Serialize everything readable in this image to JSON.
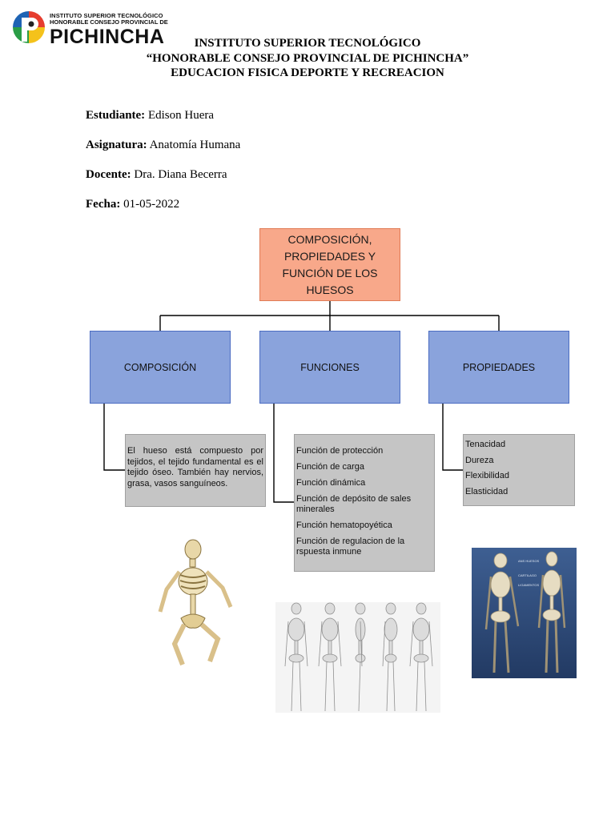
{
  "logo": {
    "line1": "INSTITUTO SUPERIOR TECNOLÓGICO",
    "line2": "HONORABLE CONSEJO PROVINCIAL DE",
    "line3": "PICHINCHA"
  },
  "header": {
    "line1": "INSTITUTO SUPERIOR TECNOLÓGICO",
    "line2": "“HONORABLE CONSEJO PROVINCIAL DE PICHINCHA”",
    "line3": "EDUCACION FISICA DEPORTE Y RECREACION"
  },
  "info": {
    "student_label": "Estudiante:",
    "student_value": " Edison Huera",
    "subject_label": "Asignatura:",
    "subject_value": " Anatomía Humana",
    "teacher_label": "Docente:",
    "teacher_value": " Dra. Diana Becerra",
    "date_label": "Fecha:",
    "date_value": " 01-05-2022"
  },
  "diagram": {
    "root": "COMPOSICIÓN, PROPIEDADES Y FUNCIÓN DE LOS HUESOS",
    "categories": [
      "COMPOSICIÓN",
      "FUNCIONES",
      "PROPIEDADES"
    ],
    "composition_text": "El hueso está compuesto por tejidos, el tejido fundamental es el tejido óseo. También hay nervios, grasa, vasos sanguíneos.",
    "functions": [
      "Función de protección",
      "Función de carga",
      "Función dinámica",
      "Función de depósito de sales minerales",
      "Función hematopoyética",
      "Función de regulacion de la rspuesta inmune"
    ],
    "properties": [
      "Tenacidad",
      "Dureza",
      "Flexibilidad",
      "Elasticidad"
    ],
    "colors": {
      "root_fill": "#f8a88a",
      "category_fill": "#8aa3dc",
      "detail_fill": "#c5c5c5"
    }
  },
  "images": {
    "skeleton1": "skeleton-sitting-image",
    "skeleton2": "skeleton-views-image",
    "skeleton3": "skeleton-anatomy-image",
    "skeleton3_captions": [
      "ANS HUESOS",
      "CARTILAGO",
      "LIGAMENTOS"
    ]
  }
}
